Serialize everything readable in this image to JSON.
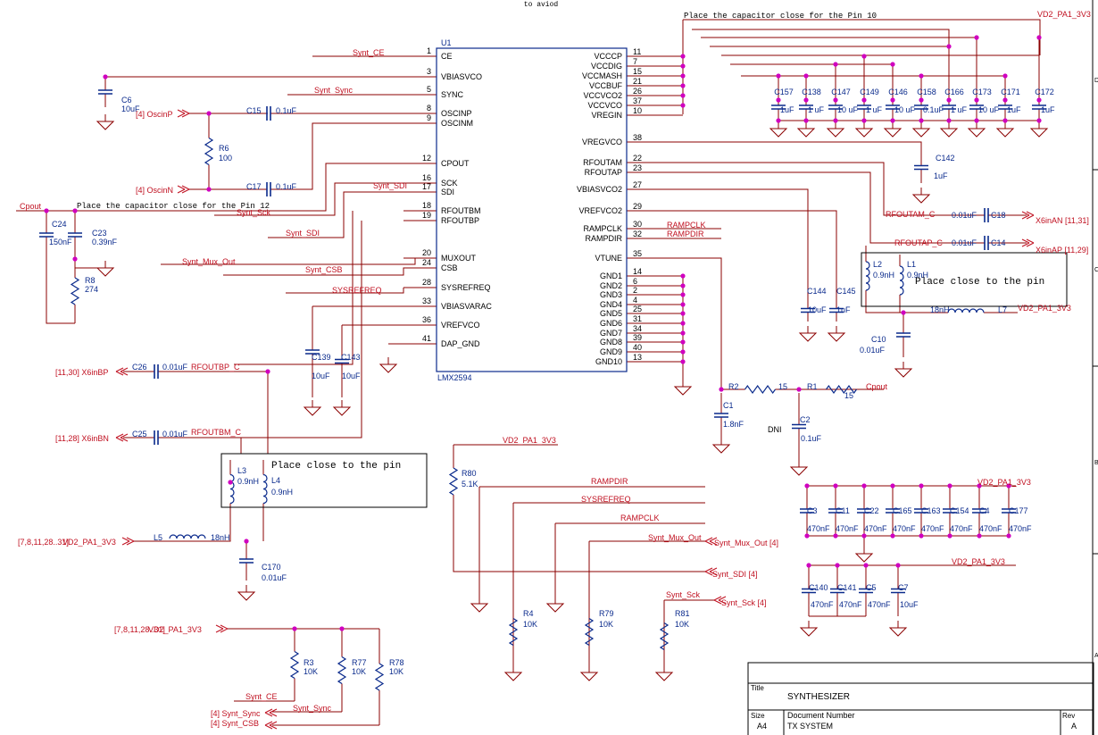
{
  "header_fragment": "to aviod",
  "notes": {
    "cap_pin10": "Place the capacitor close for the Pin 10",
    "cap_pin12": "Place the capacitor close for the Pin 12",
    "place_close_right": "Place close to the pin",
    "place_close_left": "Place close to the pin"
  },
  "ic": {
    "ref": "U1",
    "part": "LMX2594",
    "left_pins": [
      {
        "num": "1",
        "name": "CE"
      },
      {
        "num": "3",
        "name": "VBIASVCO"
      },
      {
        "num": "5",
        "name": "SYNC"
      },
      {
        "num": "8",
        "name": "OSCINP"
      },
      {
        "num": "9",
        "name": "OSCINM"
      },
      {
        "num": "12",
        "name": "CPOUT"
      },
      {
        "num": "16",
        "name": "SCK"
      },
      {
        "num": "17",
        "name": "SDI"
      },
      {
        "num": "18",
        "name": "RFOUTBM"
      },
      {
        "num": "19",
        "name": "RFOUTBP"
      },
      {
        "num": "20",
        "name": "MUXOUT"
      },
      {
        "num": "24",
        "name": "CSB"
      },
      {
        "num": "28",
        "name": "SYSREFREQ"
      },
      {
        "num": "33",
        "name": "VBIASVARAC"
      },
      {
        "num": "36",
        "name": "VREFVCO"
      },
      {
        "num": "41",
        "name": "DAP_GND"
      }
    ],
    "right_pins": [
      {
        "num": "11",
        "name": "VCCCP"
      },
      {
        "num": "7",
        "name": "VCCDIG"
      },
      {
        "num": "15",
        "name": "VCCMASH"
      },
      {
        "num": "21",
        "name": "VCCBUF"
      },
      {
        "num": "26",
        "name": "VCCVCO2"
      },
      {
        "num": "37",
        "name": "VCCVCO"
      },
      {
        "num": "10",
        "name": "VREGIN"
      },
      {
        "num": "38",
        "name": "VREGVCO"
      },
      {
        "num": "22",
        "name": "RFOUTAM"
      },
      {
        "num": "23",
        "name": "RFOUTAP"
      },
      {
        "num": "27",
        "name": "VBIASVCO2"
      },
      {
        "num": "29",
        "name": "VREFVCO2"
      },
      {
        "num": "30",
        "name": "RAMPCLK"
      },
      {
        "num": "32",
        "name": "RAMPDIR"
      },
      {
        "num": "35",
        "name": "VTUNE"
      },
      {
        "num": "14",
        "name": "GND1"
      },
      {
        "num": "6",
        "name": "GND2"
      },
      {
        "num": "2",
        "name": "GND3"
      },
      {
        "num": "4",
        "name": "GND4"
      },
      {
        "num": "25",
        "name": "GND5"
      },
      {
        "num": "31",
        "name": "GND6"
      },
      {
        "num": "34",
        "name": "GND7"
      },
      {
        "num": "39",
        "name": "GND8"
      },
      {
        "num": "40",
        "name": "GND9"
      },
      {
        "num": "13",
        "name": "GND10"
      }
    ]
  },
  "nets": {
    "synt_ce": "Synt_CE",
    "synt_sync": "Synt_Sync",
    "synt_sdi": "Synt_SDI",
    "synt_sck": "Synt_Sck",
    "synt_mux_out": "Synt_Mux_Out",
    "synt_csb": "Synt_CSB",
    "sysrefreq": "SYSREFREQ",
    "cpout": "Cpout",
    "rampclk": "RAMPCLK",
    "rampdir": "RAMPDIR",
    "rfoutbp_c": "RFOUTBP_C",
    "rfoutbm_c": "RFOUTBM_C",
    "rfoutam_c": "RFOUTAM_C",
    "rfoutap_c": "RFOUTAP_C",
    "vd2": "VD2_PA1_3V3",
    "dni": "DNI"
  },
  "ports": {
    "oscinp": "[4]  OscinP",
    "oscinn": "[4]  OscinN",
    "x6inbp": "[11,30]  X6inBP",
    "x6inbn": "[11,28]  X6inBN",
    "x6inan": "X6inAN [11,31]",
    "x6inap": "X6inAP [11,29]",
    "vd2_left_ref": "[7,8,11,28..31]",
    "vd2_bottom_ref": "[7,8,11,28..31]",
    "mux_out_ref": "Synt_Mux_Out  [4]",
    "sdi_ref": "Synt_SDI  [4]",
    "sck_ref": "Synt_Sck  [4]",
    "sync_ref": "[4]  Synt_Sync",
    "csb_ref": "[4]  Synt_CSB"
  },
  "components": {
    "C6": {
      "ref": "C6",
      "value": "10uF"
    },
    "C15": {
      "ref": "C15",
      "value": "0.1uF"
    },
    "C17": {
      "ref": "C17",
      "value": "0.1uF"
    },
    "R6": {
      "ref": "R6",
      "value": "100"
    },
    "C24": {
      "ref": "C24",
      "value": "150nF"
    },
    "C23": {
      "ref": "C23",
      "value": "0.39nF"
    },
    "R8": {
      "ref": "R8",
      "value": "274"
    },
    "C26": {
      "ref": "C26",
      "value": "0.01uF"
    },
    "C25": {
      "ref": "C25",
      "value": "0.01uF"
    },
    "L3": {
      "ref": "L3",
      "value": "0.9nH"
    },
    "L4": {
      "ref": "L4",
      "value": "0.9nH"
    },
    "L5": {
      "ref": "L5",
      "value": "18nH"
    },
    "C170": {
      "ref": "C170",
      "value": "0.01uF"
    },
    "C139": {
      "ref": "C139",
      "value": "10uF"
    },
    "C143": {
      "ref": "C143",
      "value": "10uF"
    },
    "R3": {
      "ref": "R3",
      "value": "10K"
    },
    "R77": {
      "ref": "R77",
      "value": "10K"
    },
    "R78": {
      "ref": "R78",
      "value": "10K"
    },
    "R80": {
      "ref": "R80",
      "value": "5.1K"
    },
    "R4": {
      "ref": "R4",
      "value": "10K"
    },
    "R79": {
      "ref": "R79",
      "value": "10K"
    },
    "R81": {
      "ref": "R81",
      "value": "10K"
    },
    "C142": {
      "ref": "C142",
      "value": "1uF"
    },
    "C18": {
      "ref": "C18",
      "value": "0.01uF"
    },
    "C14": {
      "ref": "C14",
      "value": "0.01uF"
    },
    "L1": {
      "ref": "L1",
      "value": "0.9nH"
    },
    "L2": {
      "ref": "L2",
      "value": "0.9nH"
    },
    "L7": {
      "ref": "L7",
      "value": "18nH"
    },
    "C10": {
      "ref": "C10",
      "value": "0.01uF"
    },
    "C144": {
      "ref": "C144",
      "value": "10uF"
    },
    "C145": {
      "ref": "C145",
      "value": "1uF"
    },
    "R2": {
      "ref": "R2",
      "value": "15"
    },
    "R1": {
      "ref": "R1",
      "value": "15"
    },
    "C1": {
      "ref": "C1",
      "value": "1.8nF"
    },
    "C2": {
      "ref": "C2",
      "value": "0.1uF"
    }
  },
  "top_caps": [
    {
      "ref": "C157",
      "value": "1uF"
    },
    {
      "ref": "C138",
      "value": "1 uF"
    },
    {
      "ref": "C147",
      "value": "10 uF"
    },
    {
      "ref": "C149",
      "value": "1 uF"
    },
    {
      "ref": "C146",
      "value": "10 uF"
    },
    {
      "ref": "C158",
      "value": "0.1uF"
    },
    {
      "ref": "C166",
      "value": "1 uF"
    },
    {
      "ref": "C173",
      "value": "10 uF"
    },
    {
      "ref": "C171",
      "value": "1uF"
    },
    {
      "ref": "C172",
      "value": "1uF"
    }
  ],
  "bank1": [
    {
      "ref": "C3",
      "value": "470nF"
    },
    {
      "ref": "C11",
      "value": "470nF"
    },
    {
      "ref": "C22",
      "value": "470nF"
    },
    {
      "ref": "C165",
      "value": "470nF"
    },
    {
      "ref": "C163",
      "value": "470nF"
    },
    {
      "ref": "C154",
      "value": "470nF"
    },
    {
      "ref": "C4",
      "value": "470nF"
    },
    {
      "ref": "C177",
      "value": "470nF"
    }
  ],
  "bank2": [
    {
      "ref": "C140",
      "value": "470nF"
    },
    {
      "ref": "C141",
      "value": "470nF"
    },
    {
      "ref": "C5",
      "value": "470nF"
    },
    {
      "ref": "C7",
      "value": "10uF"
    }
  ],
  "title_block": {
    "title_label": "Title",
    "title": "SYNTHESIZER",
    "size_label": "Size",
    "size": "A4",
    "docnum_label": "Document Number",
    "docnum": "TX SYSTEM",
    "rev_label": "Rev",
    "rev": "A"
  },
  "border_marks": [
    "D",
    "C",
    "B",
    "A"
  ],
  "colors": {
    "wire": "#8b0000",
    "component": "#0a2a8c",
    "label": "#c01020",
    "junction": "#d000c0",
    "text": "#000000"
  }
}
